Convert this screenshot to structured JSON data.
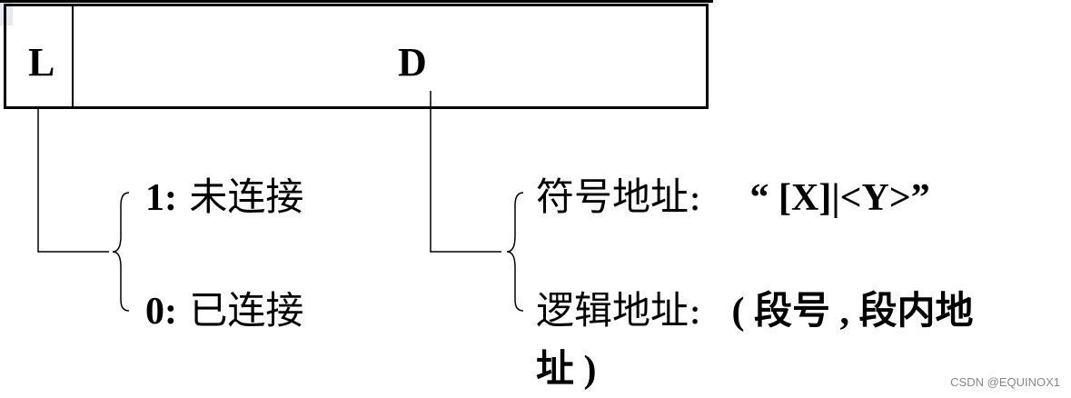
{
  "fields": {
    "l": "L",
    "d": "D"
  },
  "l_options": [
    {
      "code": "1:",
      "text": "未连接"
    },
    {
      "code": "0:",
      "text": "已连接"
    }
  ],
  "d_options": [
    {
      "label": "符号地址:",
      "value": "“ [X]|<Y>”"
    },
    {
      "label": "逻辑地址:",
      "value": "( 段号 , 段内地",
      "value_cont": "址 )"
    }
  ],
  "watermark": "CSDN @EQUINOX1"
}
